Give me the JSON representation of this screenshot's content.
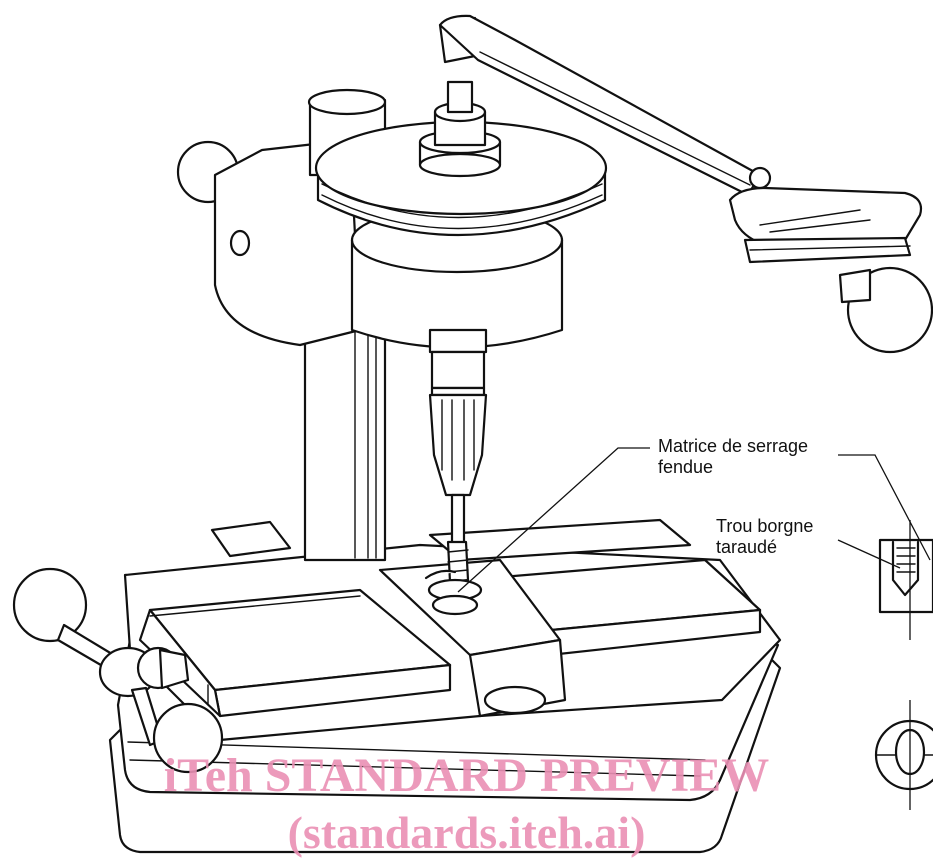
{
  "labels": {
    "split_die_line1": "Matrice de serrage",
    "split_die_line2": "fendue",
    "blind_hole_line1": "Trou borgne",
    "blind_hole_line2": "taraudé"
  },
  "watermark": {
    "line1": "iTeh STANDARD PREVIEW",
    "line2": "(standards.iteh.ai)",
    "color": "#ea90b4"
  },
  "colors": {
    "ink": "#111111",
    "paper": "#ffffff"
  }
}
